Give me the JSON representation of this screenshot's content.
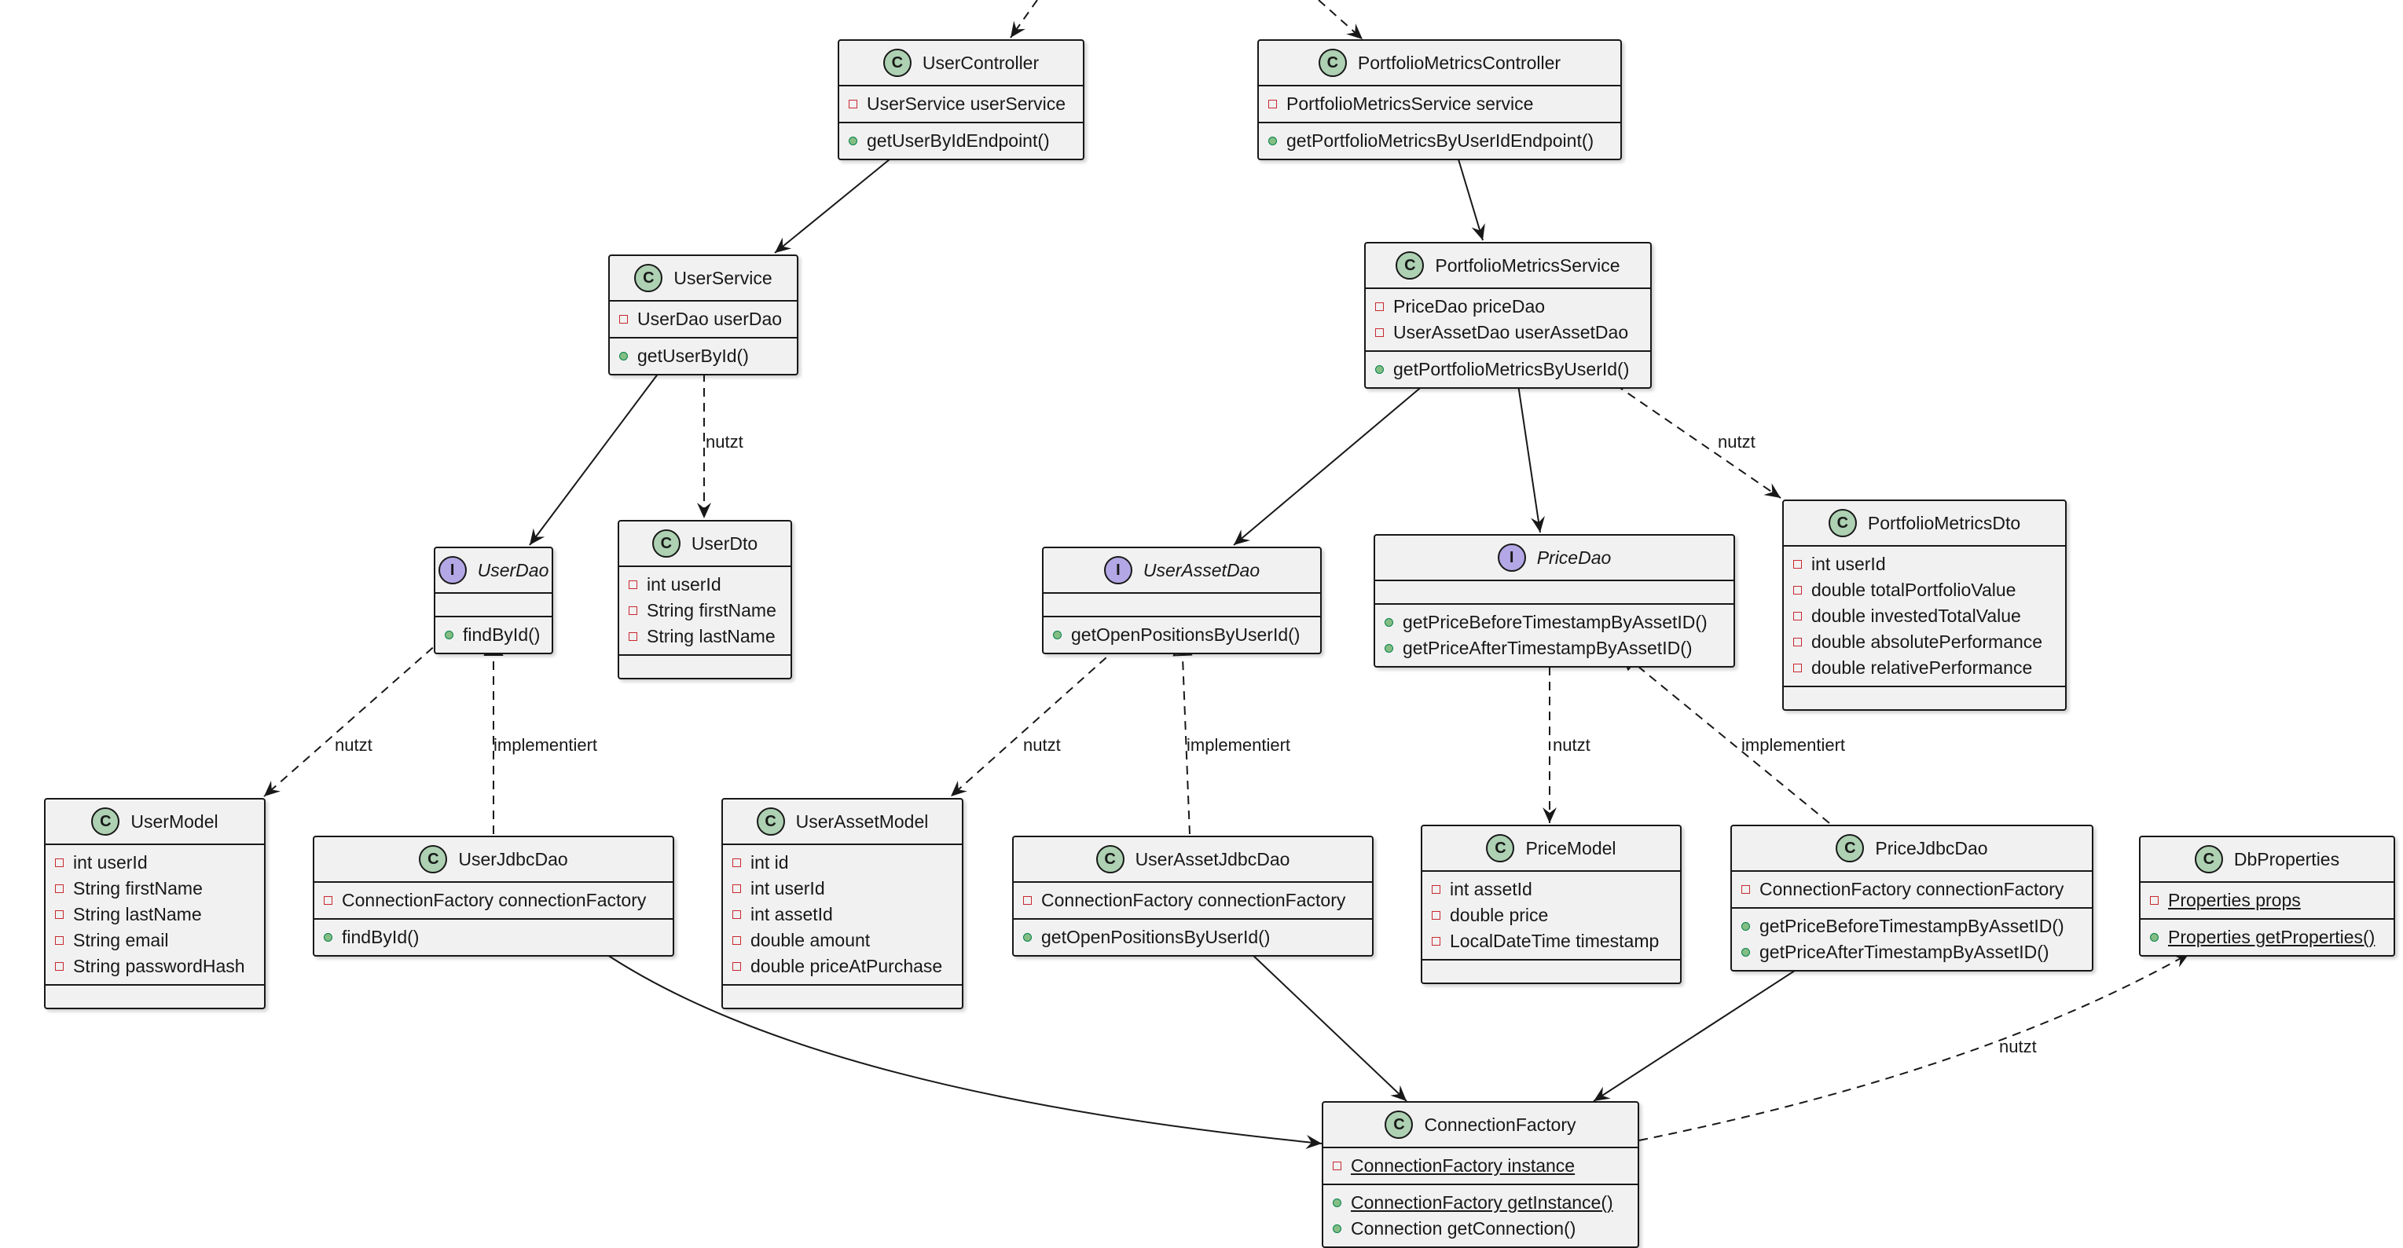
{
  "classes": {
    "user_controller": {
      "kind": "C",
      "name": "UserController",
      "attrs": [
        {
          "vis": "private",
          "text": "UserService userService"
        }
      ],
      "methods": [
        {
          "vis": "public",
          "text": "getUserByIdEndpoint()"
        }
      ]
    },
    "portfolio_metrics_controller": {
      "kind": "C",
      "name": "PortfolioMetricsController",
      "attrs": [
        {
          "vis": "private",
          "text": "PortfolioMetricsService service"
        }
      ],
      "methods": [
        {
          "vis": "public",
          "text": "getPortfolioMetricsByUserIdEndpoint()"
        }
      ]
    },
    "user_service": {
      "kind": "C",
      "name": "UserService",
      "attrs": [
        {
          "vis": "private",
          "text": "UserDao userDao"
        }
      ],
      "methods": [
        {
          "vis": "public",
          "text": "getUserById()"
        }
      ]
    },
    "portfolio_metrics_service": {
      "kind": "C",
      "name": "PortfolioMetricsService",
      "attrs": [
        {
          "vis": "private",
          "text": "PriceDao priceDao"
        },
        {
          "vis": "private",
          "text": "UserAssetDao userAssetDao"
        }
      ],
      "methods": [
        {
          "vis": "public",
          "text": "getPortfolioMetricsByUserId()"
        }
      ]
    },
    "user_dao": {
      "kind": "I",
      "name": "UserDao",
      "attrs": [],
      "methods": [
        {
          "vis": "public",
          "text": "findById()"
        }
      ]
    },
    "user_dto": {
      "kind": "C",
      "name": "UserDto",
      "attrs": [
        {
          "vis": "private",
          "text": "int userId"
        },
        {
          "vis": "private",
          "text": "String firstName"
        },
        {
          "vis": "private",
          "text": "String lastName"
        }
      ],
      "methods": []
    },
    "user_asset_dao": {
      "kind": "I",
      "name": "UserAssetDao",
      "attrs": [],
      "methods": [
        {
          "vis": "public",
          "text": "getOpenPositionsByUserId()"
        }
      ]
    },
    "price_dao": {
      "kind": "I",
      "name": "PriceDao",
      "attrs": [],
      "methods": [
        {
          "vis": "public",
          "text": "getPriceBeforeTimestampByAssetID()"
        },
        {
          "vis": "public",
          "text": "getPriceAfterTimestampByAssetID()"
        }
      ]
    },
    "portfolio_metrics_dto": {
      "kind": "C",
      "name": "PortfolioMetricsDto",
      "attrs": [
        {
          "vis": "private",
          "text": "int userId"
        },
        {
          "vis": "private",
          "text": "double totalPortfolioValue"
        },
        {
          "vis": "private",
          "text": "double investedTotalValue"
        },
        {
          "vis": "private",
          "text": "double absolutePerformance"
        },
        {
          "vis": "private",
          "text": "double relativePerformance"
        }
      ],
      "methods": []
    },
    "user_model": {
      "kind": "C",
      "name": "UserModel",
      "attrs": [
        {
          "vis": "private",
          "text": "int userId"
        },
        {
          "vis": "private",
          "text": "String firstName"
        },
        {
          "vis": "private",
          "text": "String lastName"
        },
        {
          "vis": "private",
          "text": "String email"
        },
        {
          "vis": "private",
          "text": "String passwordHash"
        }
      ],
      "methods": []
    },
    "user_jdbc_dao": {
      "kind": "C",
      "name": "UserJdbcDao",
      "attrs": [
        {
          "vis": "private",
          "text": "ConnectionFactory connectionFactory"
        }
      ],
      "methods": [
        {
          "vis": "public",
          "text": "findById()"
        }
      ]
    },
    "user_asset_model": {
      "kind": "C",
      "name": "UserAssetModel",
      "attrs": [
        {
          "vis": "private",
          "text": "int id"
        },
        {
          "vis": "private",
          "text": "int userId"
        },
        {
          "vis": "private",
          "text": "int assetId"
        },
        {
          "vis": "private",
          "text": "double amount"
        },
        {
          "vis": "private",
          "text": "double priceAtPurchase"
        }
      ],
      "methods": []
    },
    "user_asset_jdbc_dao": {
      "kind": "C",
      "name": "UserAssetJdbcDao",
      "attrs": [
        {
          "vis": "private",
          "text": "ConnectionFactory connectionFactory"
        }
      ],
      "methods": [
        {
          "vis": "public",
          "text": "getOpenPositionsByUserId()"
        }
      ]
    },
    "price_model": {
      "kind": "C",
      "name": "PriceModel",
      "attrs": [
        {
          "vis": "private",
          "text": "int assetId"
        },
        {
          "vis": "private",
          "text": "double price"
        },
        {
          "vis": "private",
          "text": "LocalDateTime timestamp"
        }
      ],
      "methods": []
    },
    "price_jdbc_dao": {
      "kind": "C",
      "name": "PriceJdbcDao",
      "attrs": [
        {
          "vis": "private",
          "text": "ConnectionFactory connectionFactory"
        }
      ],
      "methods": [
        {
          "vis": "public",
          "text": "getPriceBeforeTimestampByAssetID()"
        },
        {
          "vis": "public",
          "text": "getPriceAfterTimestampByAssetID()"
        }
      ]
    },
    "db_properties": {
      "kind": "C",
      "name": "DbProperties",
      "attrs": [
        {
          "vis": "private",
          "text": "Properties props",
          "static": true
        }
      ],
      "methods": [
        {
          "vis": "public",
          "text": "Properties getProperties()",
          "static": true
        }
      ]
    },
    "connection_factory": {
      "kind": "C",
      "name": "ConnectionFactory",
      "attrs": [
        {
          "vis": "private",
          "text": "ConnectionFactory instance",
          "static": true
        }
      ],
      "methods": [
        {
          "vis": "public",
          "text": "ConnectionFactory getInstance()",
          "static": true
        },
        {
          "vis": "public",
          "text": "Connection getConnection()"
        }
      ]
    }
  },
  "edge_labels": {
    "uses": "nutzt",
    "implements": "implementiert"
  },
  "colors": {
    "class_fill": "#f1f1f1",
    "class_badge": "#add1b2",
    "interface_badge": "#b4a7e5",
    "line": "#181818",
    "private_marker": "#c82930",
    "public_marker": "#84be84"
  }
}
